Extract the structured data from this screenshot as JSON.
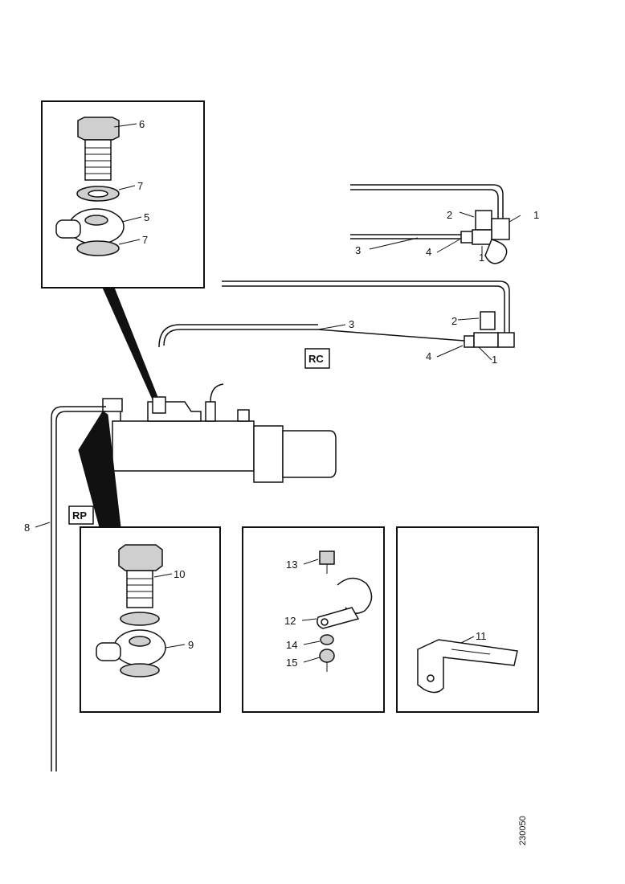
{
  "callouts": {
    "p1a": "1",
    "p1b": "1",
    "p1c": "1",
    "p2a": "2",
    "p2b": "2",
    "p3a": "3",
    "p3b": "3",
    "p4a": "4",
    "p4b": "4",
    "p5": "5",
    "p6": "6",
    "p7a": "7",
    "p7b": "7",
    "p8": "8",
    "p9": "9",
    "p10": "10",
    "p11": "11",
    "p12": "12",
    "p13": "13",
    "p14": "14",
    "p15": "15"
  },
  "tags": {
    "rc": "RC",
    "rp": "RP"
  },
  "figure_ref": "230050"
}
